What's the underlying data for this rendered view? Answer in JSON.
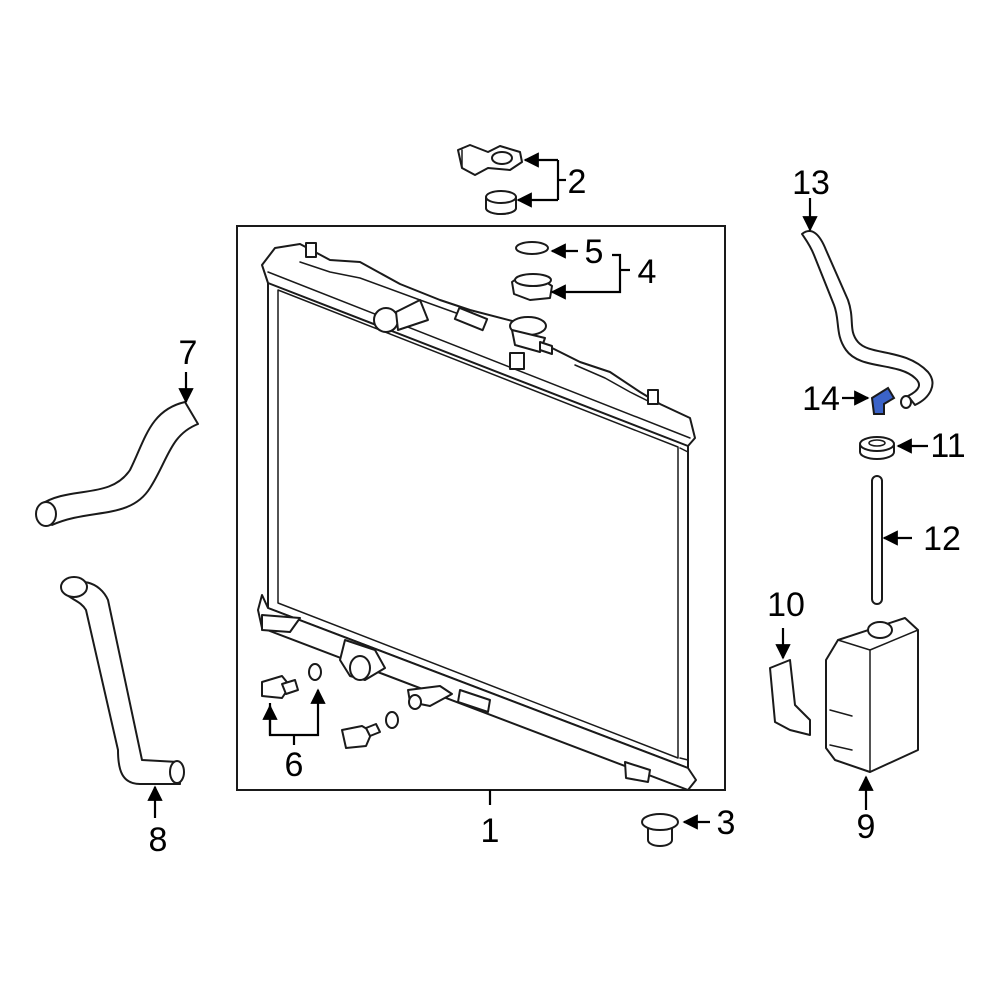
{
  "diagram": {
    "highlight_color": "#3b63c8",
    "line_color": "#1a1a1a",
    "callouts": {
      "c1": "1",
      "c2": "2",
      "c3": "3",
      "c4": "4",
      "c5": "5",
      "c6": "6",
      "c7": "7",
      "c8": "8",
      "c9": "9",
      "c10": "10",
      "c11": "11",
      "c12": "12",
      "c13": "13",
      "c14": "14"
    },
    "highlighted_part": "14"
  }
}
